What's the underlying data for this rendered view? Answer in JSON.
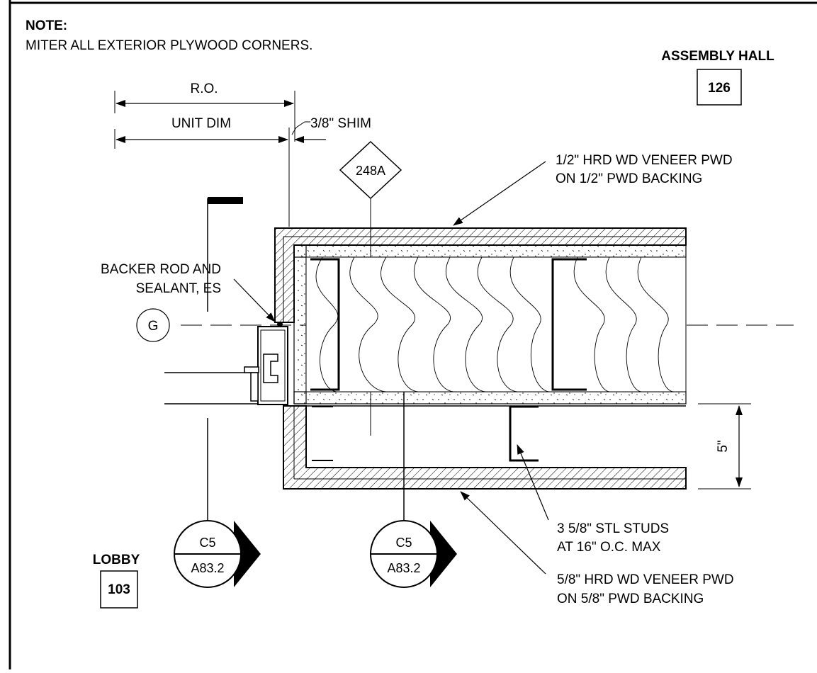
{
  "note": {
    "heading": "NOTE:",
    "text": "MITER ALL EXTERIOR PLYWOOD CORNERS."
  },
  "rooms": [
    {
      "name": "ASSEMBLY HALL",
      "number": "126"
    },
    {
      "name": "LOBBY",
      "number": "103"
    }
  ],
  "dimensions": {
    "rough_opening": "R.O.",
    "unit_dim": "UNIT DIM",
    "shim": "3/8\" SHIM",
    "depth": "5\""
  },
  "tags": {
    "wall_type": "248A",
    "grid": "G",
    "section_markers": [
      {
        "detail": "C5",
        "sheet": "A83.2"
      },
      {
        "detail": "C5",
        "sheet": "A83.2"
      }
    ]
  },
  "callouts": {
    "top_veneer": [
      "1/2\" HRD WD VENEER PWD",
      "ON 1/2\" PWD BACKING"
    ],
    "backer_rod": [
      "BACKER ROD AND",
      "SEALANT, ES"
    ],
    "studs": [
      "3 5/8\" STL STUDS",
      "AT 16\" O.C. MAX"
    ],
    "bottom_veneer": [
      "5/8\" HRD WD VENEER PWD",
      "ON 5/8\" PWD BACKING"
    ]
  }
}
